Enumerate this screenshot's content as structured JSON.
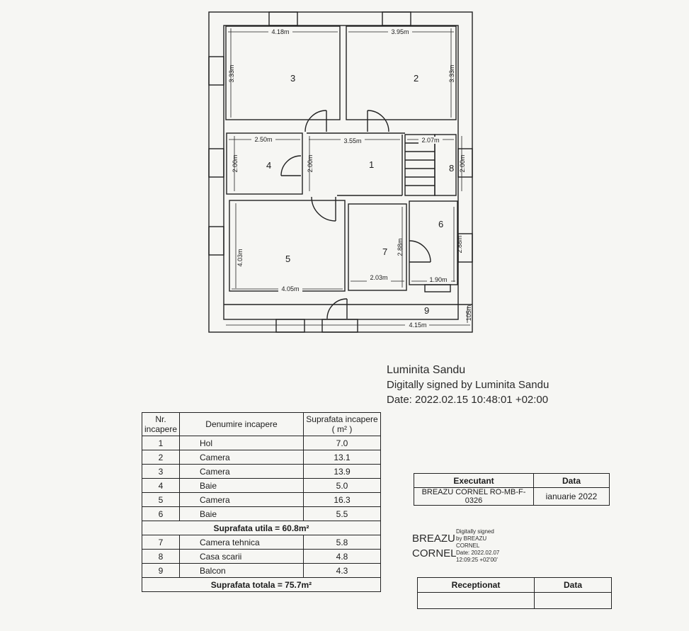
{
  "plan": {
    "rooms": [
      "1",
      "2",
      "3",
      "4",
      "5",
      "6",
      "7",
      "8",
      "9"
    ],
    "dims": {
      "d418": "4.18m",
      "d395": "3.95m",
      "d333a": "3.33m",
      "d333b": "3.33m",
      "d250": "2.50m",
      "d355": "3.55m",
      "d207": "2.07m",
      "d200a": "2.00m",
      "d200b": "2.00m",
      "d200c": "2.00m",
      "d403": "4.03m",
      "d405": "4.05m",
      "d288a": "2.88m",
      "d288b": "2.88m",
      "d203": "2.03m",
      "d190": "1.90m",
      "d415": "4.15m",
      "d105": "105m"
    }
  },
  "signature1": {
    "name": "Luminita Sandu",
    "line1": "Digitally signed by Luminita Sandu",
    "line2": "Date: 2022.02.15 10:48:01 +02:00"
  },
  "rooms_table": {
    "headers": {
      "nr": "Nr. incapere",
      "name": "Denumire incapere",
      "area": "Suprafata incapere",
      "unit": "( m² )"
    },
    "rows": [
      {
        "nr": "1",
        "name": "Hol",
        "area": "7.0"
      },
      {
        "nr": "2",
        "name": "Camera",
        "area": "13.1"
      },
      {
        "nr": "3",
        "name": "Camera",
        "area": "13.9"
      },
      {
        "nr": "4",
        "name": "Baie",
        "area": "5.0"
      },
      {
        "nr": "5",
        "name": "Camera",
        "area": "16.3"
      },
      {
        "nr": "6",
        "name": "Baie",
        "area": "5.5"
      }
    ],
    "utila": "Suprafata utila = 60.8m²",
    "rows2": [
      {
        "nr": "7",
        "name": "Camera tehnica",
        "area": "5.8"
      },
      {
        "nr": "8",
        "name": "Casa scarii",
        "area": "4.8"
      },
      {
        "nr": "9",
        "name": "Balcon",
        "area": "4.3"
      }
    ],
    "totala": "Suprafata totala = 75.7m²"
  },
  "executant": {
    "h1": "Executant",
    "h2": "Data",
    "v1": "BREAZU CORNEL RO-MB-F-0326",
    "v2": "ianuarie 2022"
  },
  "signature2": {
    "name1": "BREAZU",
    "name2": "CORNEL",
    "l1": "Digitally signed",
    "l2": "by BREAZU",
    "l3": "CORNEL",
    "l4": "Date: 2022.02.07",
    "l5": "12:09:25 +02'00'"
  },
  "receptionat": {
    "h1": "Receptionat",
    "h2": "Data"
  }
}
